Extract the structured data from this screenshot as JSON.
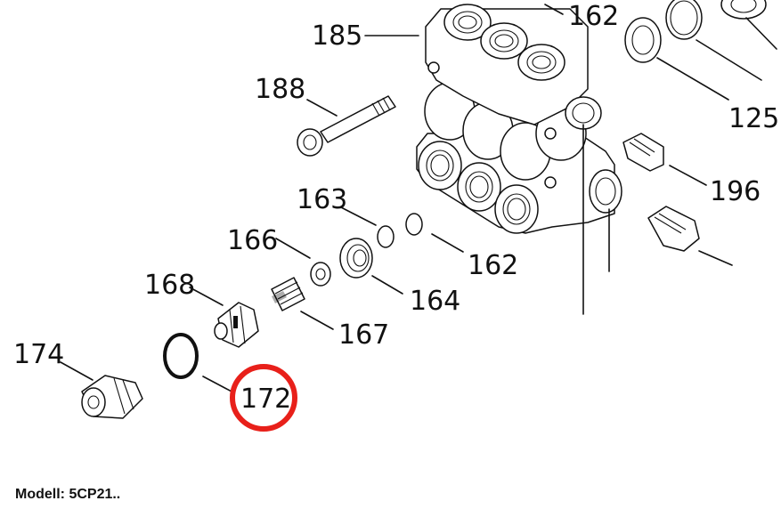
{
  "labels": {
    "l162_top": "162",
    "l185": "185",
    "l188": "188",
    "l125": "125",
    "l196": "196",
    "l163": "163",
    "l166": "166",
    "l162_mid": "162",
    "l164": "164",
    "l168": "168",
    "l167": "167",
    "l174": "174",
    "l172": "172"
  },
  "highlight": {
    "part": "172",
    "color": "#e8201a"
  },
  "footer": {
    "model": "Modell: 5CP21.."
  }
}
